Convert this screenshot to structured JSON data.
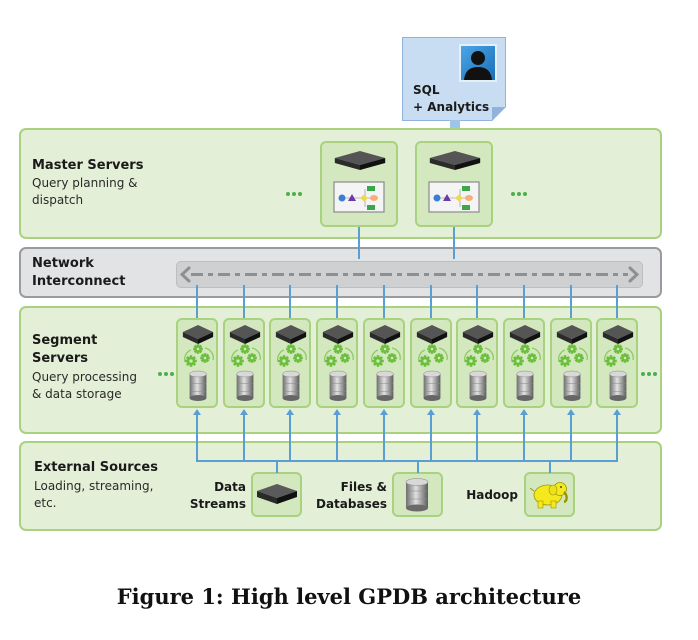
{
  "sql_client": {
    "line1": "SQL",
    "line2": "+ Analytics",
    "icon": "user-silhouette-icon"
  },
  "tiers": {
    "master": {
      "title": "Master Servers",
      "subtitle_line1": "Query planning &",
      "subtitle_line2": "dispatch",
      "server_count_shown": 2,
      "icons": [
        "server-icon",
        "query-plan-icon"
      ]
    },
    "network": {
      "title_line1": "Network",
      "title_line2": "Interconnect",
      "icon": "bidirectional-arrow-icon"
    },
    "segment": {
      "title_line1": "Segment",
      "title_line2": "Servers",
      "subtitle_line1": "Query processing",
      "subtitle_line2": "& data storage",
      "segment_count_shown": 10,
      "icons": [
        "server-icon",
        "gears-icon",
        "database-icon"
      ]
    },
    "external": {
      "title": "External Sources",
      "subtitle_line1": "Loading, streaming,",
      "subtitle_line2": "etc.",
      "sources": [
        {
          "label_line1": "Data",
          "label_line2": "Streams",
          "icon": "server-icon"
        },
        {
          "label_line1": "Files &",
          "label_line2": "Databases",
          "icon": "database-icon"
        },
        {
          "label_line1": "Hadoop",
          "label_line2": "",
          "icon": "hadoop-elephant-icon"
        }
      ]
    }
  },
  "ellipsis": "•••",
  "caption": {
    "prefix": "Figure 1:",
    "text": "High level GPDB architecture"
  },
  "colors": {
    "tier_fill": "#e3efd6",
    "tier_border": "#a9d27f",
    "network_fill": "#e2e3e5",
    "connector": "#5a9fd4",
    "ellipsis": "#4fae4a",
    "sql_note": "#c8dcf2"
  }
}
